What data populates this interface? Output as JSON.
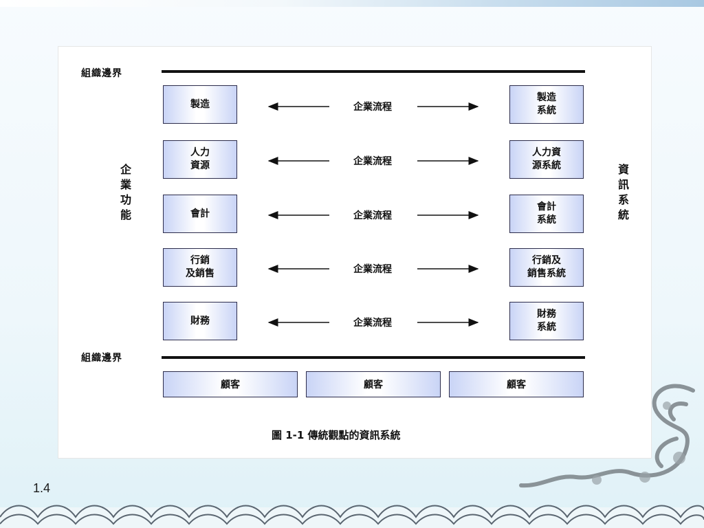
{
  "slide": {
    "page_number": "1.4",
    "caption": "圖 1-1  傳統觀點的資訊系統"
  },
  "diagram": {
    "top_boundary_label": "組織邊界",
    "bottom_boundary_label": "組織邊界",
    "left_axis_label": "企業功能",
    "right_axis_label": "資訊系統",
    "flow_label": "企業流程",
    "functions": [
      "製造",
      "人力\n資源",
      "會計",
      "行銷\n及銷售",
      "財務"
    ],
    "systems": [
      "製造\n系統",
      "人力資\n源系統",
      "會計\n系統",
      "行銷及\n銷售系統",
      "財務\n系統"
    ],
    "customers": [
      "顧客",
      "顧客",
      "顧客"
    ]
  }
}
